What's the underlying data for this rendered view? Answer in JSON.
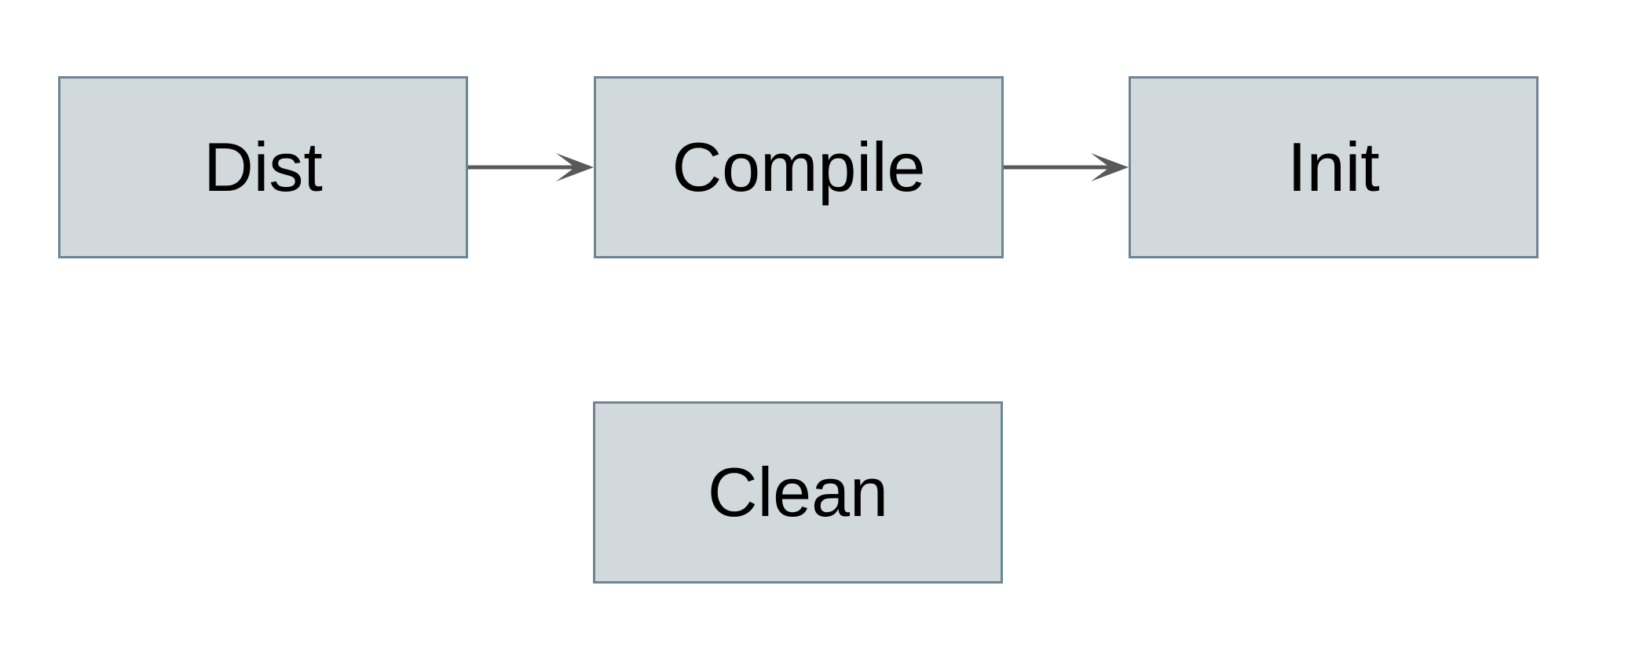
{
  "diagram": {
    "colors": {
      "background": "#ffffff",
      "box_fill": "#d2d9dc",
      "box_border": "#6e8494",
      "arrow_color": "#595959",
      "text_color": "#000000"
    },
    "nodes": [
      {
        "id": "dist",
        "label": "Dist"
      },
      {
        "id": "compile",
        "label": "Compile"
      },
      {
        "id": "init",
        "label": "Init"
      },
      {
        "id": "clean",
        "label": "Clean"
      }
    ],
    "edges": [
      {
        "from": "dist",
        "to": "compile"
      },
      {
        "from": "compile",
        "to": "init"
      }
    ]
  }
}
